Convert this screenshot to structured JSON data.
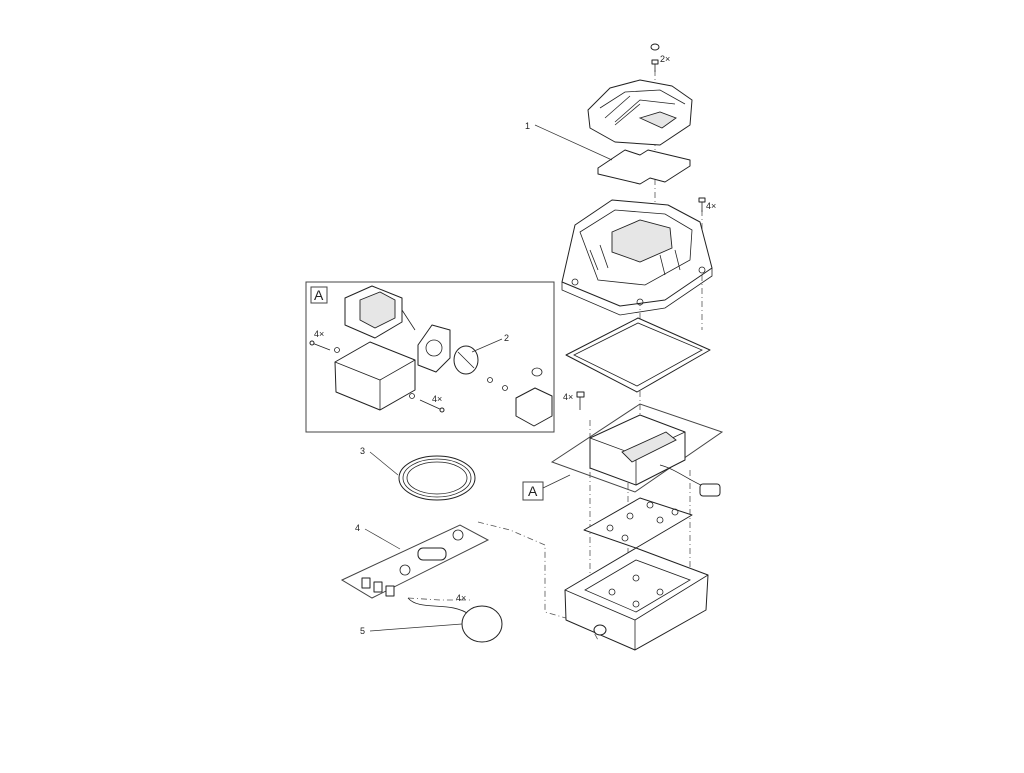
{
  "diagram": {
    "callouts": [
      {
        "id": "1",
        "label": "1"
      },
      {
        "id": "2",
        "label": "2"
      },
      {
        "id": "3",
        "label": "3"
      },
      {
        "id": "4",
        "label": "4"
      },
      {
        "id": "5",
        "label": "5"
      }
    ],
    "quantities": {
      "top_screw": "2×",
      "cover_screws": "4×",
      "base_screws": "4×",
      "inset_left_screws": "4×",
      "inset_bottom_screws": "4×",
      "float_screws": "4×"
    },
    "assembly_tag": "A",
    "inset_tag": "A"
  }
}
